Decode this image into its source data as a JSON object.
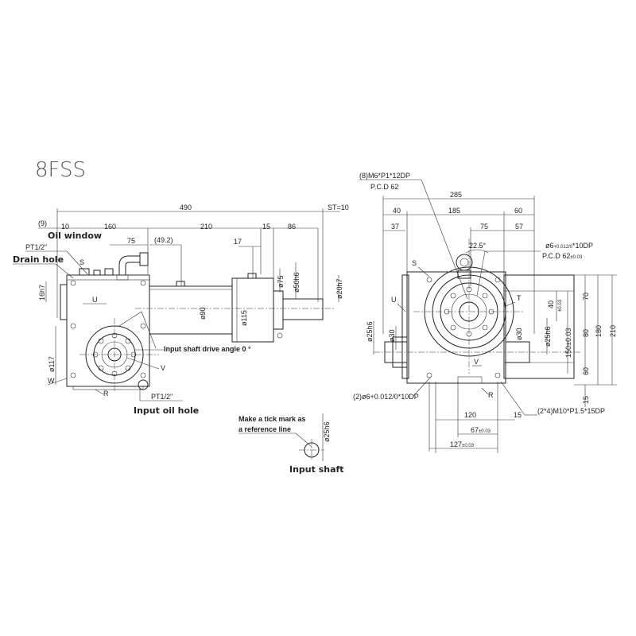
{
  "title": "8FSS",
  "side_view": {
    "dims": {
      "overall": "490",
      "st": "ST=10",
      "d9": "(9)",
      "d10": "10",
      "d160": "160",
      "d210": "210",
      "d15": "15",
      "d86": "86",
      "d75": "75",
      "d49": "(49.2)",
      "d17": "17",
      "phi75": "ø75",
      "phi50": "ø50h6",
      "phi20": "ø20h7",
      "phi90": "ø90",
      "phi115": "ø115",
      "phi117": "ø117",
      "h16": "16h7"
    },
    "labels": {
      "oil_window": "Oil window",
      "pt_top": "PT1/2\"",
      "drain": "Drain hole",
      "s": "S",
      "u": "U",
      "v": "V",
      "w": "W",
      "r": "R",
      "pt_bottom": "PT1/2\"",
      "input_oil": "Input oil hole",
      "angle_note": "Input shaft drive angle 0 °"
    }
  },
  "front_view": {
    "dims": {
      "d285": "285",
      "d40": "40",
      "d185": "185",
      "d60": "60",
      "d37": "37",
      "d75": "75",
      "d57": "57",
      "angle": "22.5°",
      "phi30a": "ø30",
      "phi25a": "ø25h6",
      "phi30b": "ø30",
      "phi25b": "ø25h6",
      "d40v": "40",
      "d40v_tol": "±0.03",
      "d150": "150±0.03",
      "d70": "70",
      "d180": "180",
      "d80": "80",
      "d210": "210",
      "d60v": "60",
      "d15v": "15",
      "d120": "120",
      "d15h": "15",
      "d67": "67",
      "d67_tol": "±0.03",
      "d127": "127",
      "d127_tol": "±0.03"
    },
    "labels": {
      "m6": "(8)M6*P1*12DP",
      "pcd": "P.C.D 62",
      "phi6": "ø6",
      "phi6_tol": "+0.012/0",
      "phi6_depth": "*10DP",
      "pcd2": "P.C.D 62",
      "pcd2_tol": "±0.03",
      "s": "S",
      "t": "T",
      "u": "U",
      "v": "V",
      "r": "R",
      "bottom_pin": "(2)ø6+0.012/0*10DP",
      "bottom_bolt": "(2*4)M10*P1.5*15DP"
    }
  },
  "detail": {
    "note_line1": "Make a tick mark as",
    "note_line2": "a reference line",
    "phi25": "ø25h6",
    "caption": "Input shaft"
  }
}
